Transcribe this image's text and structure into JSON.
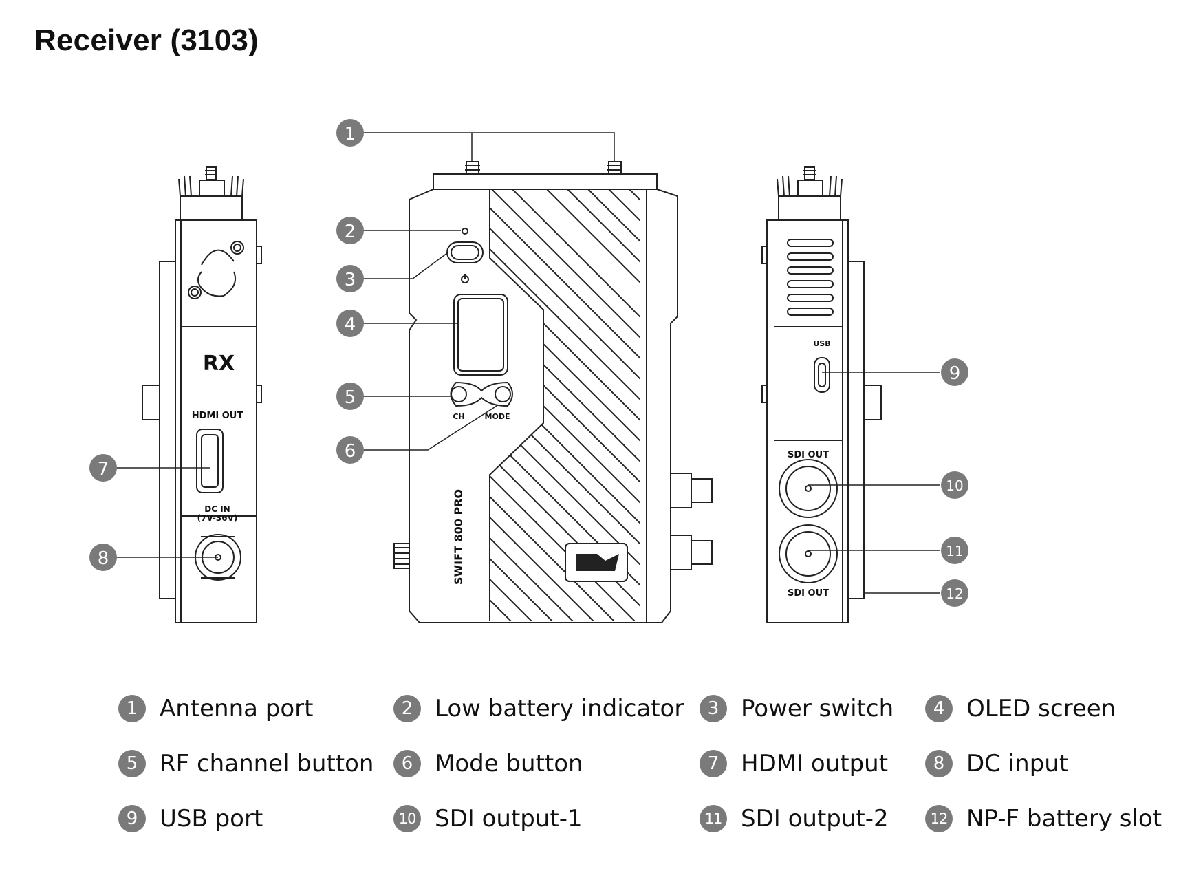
{
  "title": "Receiver (3103)",
  "device_labels": {
    "rx": "RX",
    "hdmi_out": "HDMI OUT",
    "dc_in": "DC IN",
    "dc_range": "(7V-36V)",
    "ch": "CH",
    "mode": "MODE",
    "model": "SWIFT 800 PRO",
    "usb": "USB",
    "sdi_out_1": "SDI OUT",
    "sdi_out_2": "SDI OUT"
  },
  "callouts": [
    "1",
    "2",
    "3",
    "4",
    "5",
    "6",
    "7",
    "8",
    "9",
    "10",
    "11",
    "12"
  ],
  "legend": [
    {
      "num": "1",
      "label": "Antenna port"
    },
    {
      "num": "2",
      "label": "Low battery indicator"
    },
    {
      "num": "3",
      "label": "Power switch"
    },
    {
      "num": "4",
      "label": "OLED screen"
    },
    {
      "num": "5",
      "label": "RF channel button"
    },
    {
      "num": "6",
      "label": "Mode button"
    },
    {
      "num": "7",
      "label": "HDMI output"
    },
    {
      "num": "8",
      "label": "DC input"
    },
    {
      "num": "9",
      "label": "USB port"
    },
    {
      "num": "10",
      "label": "SDI output-1"
    },
    {
      "num": "11",
      "label": "SDI output-2"
    },
    {
      "num": "12",
      "label": "NP-F battery slot"
    }
  ],
  "colors": {
    "badge": "#7a7a7a",
    "line": "#222222"
  }
}
